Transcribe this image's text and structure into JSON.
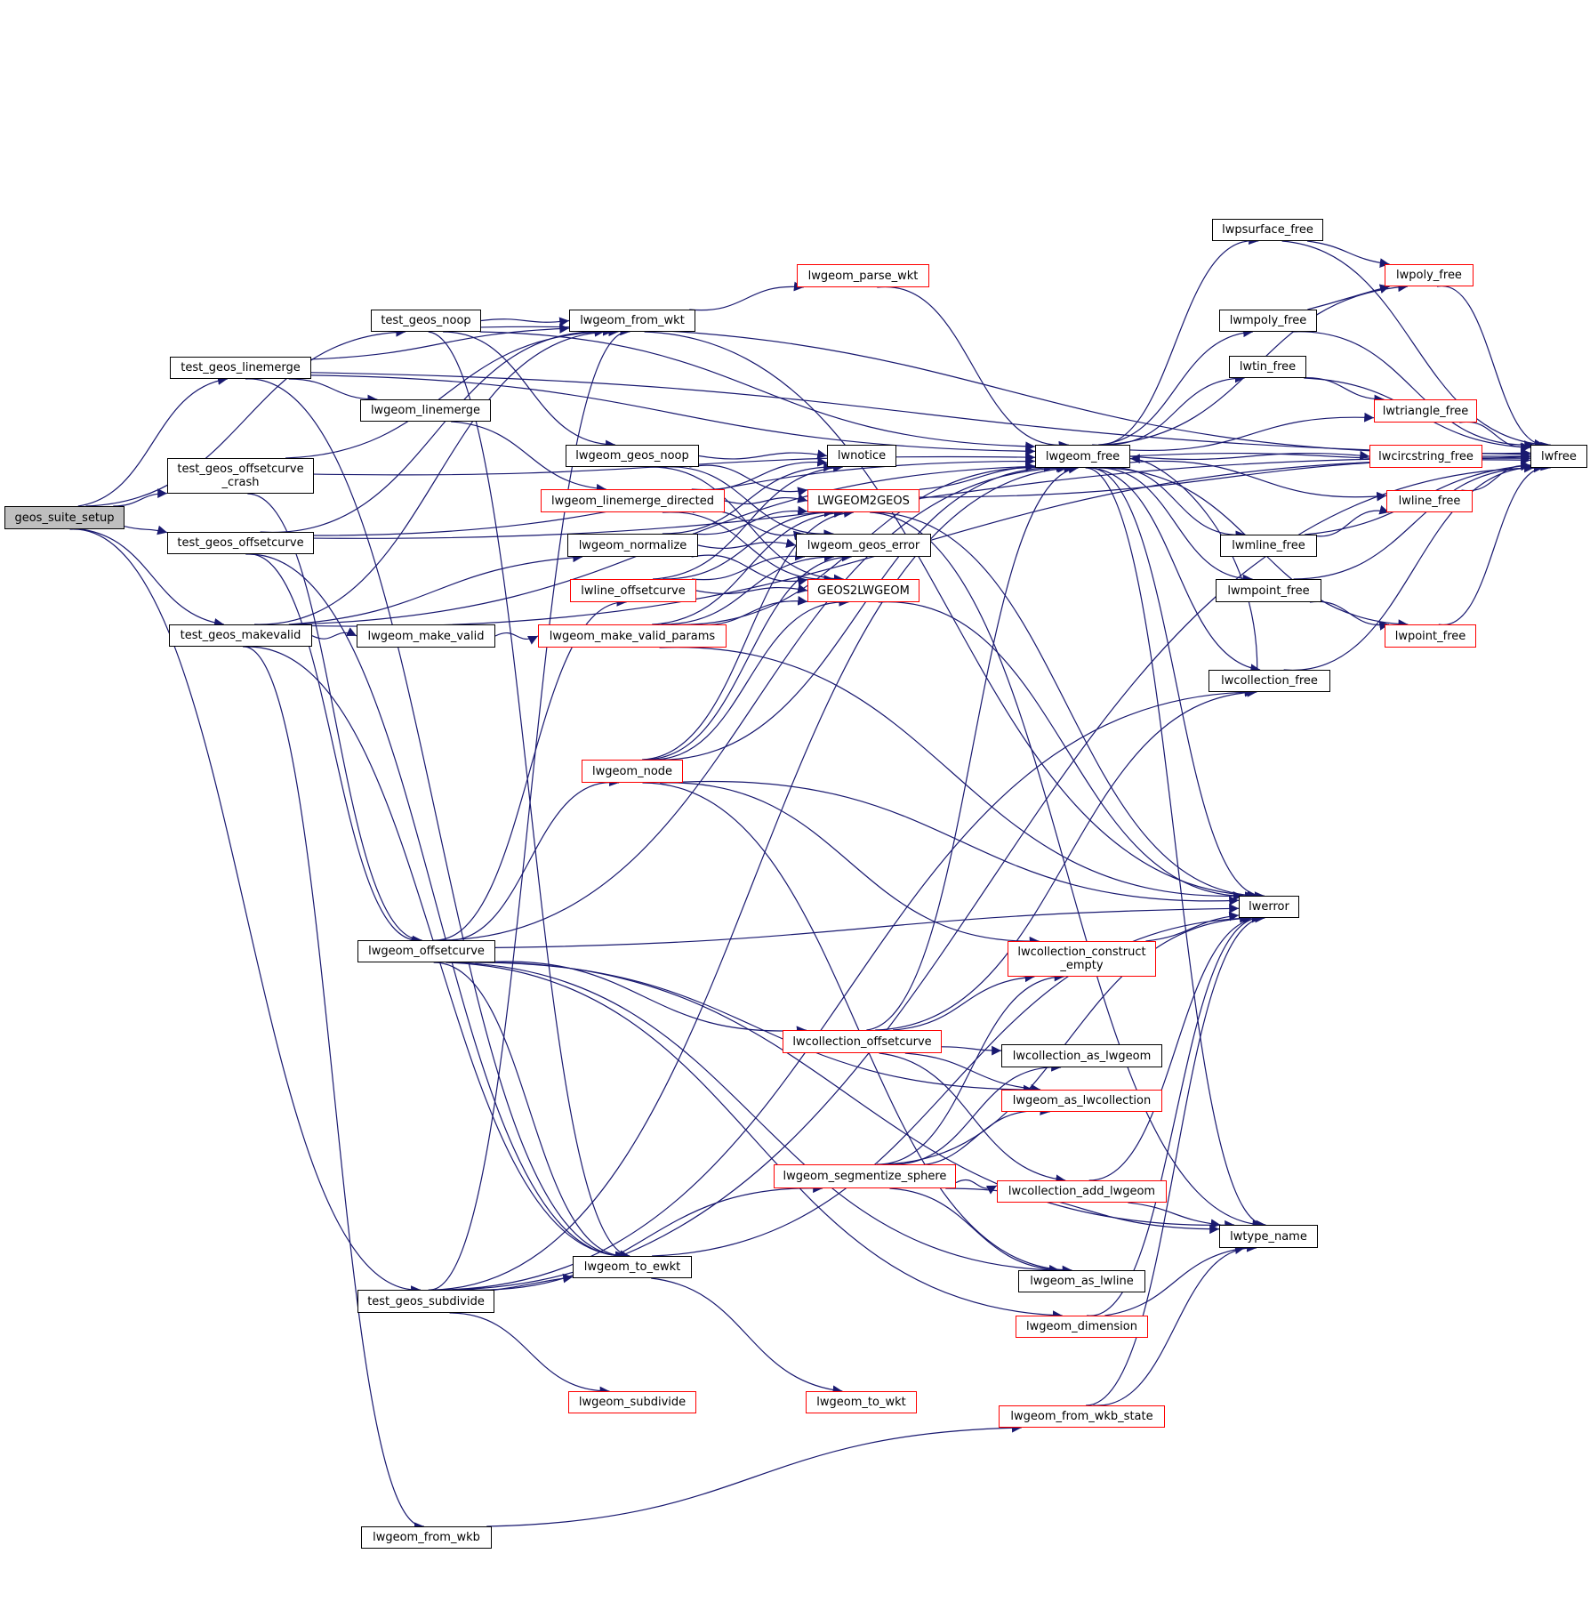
{
  "graph": {
    "type": "call-graph",
    "root": "geos_suite_setup",
    "colors": {
      "edge": "#191970",
      "node_border": "#000000",
      "node_border_truncated": "#ff0000",
      "root_fill": "#bfbfbf"
    },
    "nodes": [
      {
        "id": "geos_suite_setup",
        "label": "geos_suite_setup",
        "style": "root"
      },
      {
        "id": "test_geos_linemerge",
        "label": "test_geos_linemerge",
        "style": "normal"
      },
      {
        "id": "test_geos_noop",
        "label": "test_geos_noop",
        "style": "normal"
      },
      {
        "id": "test_geos_offsetcurve_crash",
        "label": "test_geos_offsetcurve\n_crash",
        "style": "normal"
      },
      {
        "id": "test_geos_offsetcurve",
        "label": "test_geos_offsetcurve",
        "style": "normal"
      },
      {
        "id": "test_geos_makevalid",
        "label": "test_geos_makevalid",
        "style": "normal"
      },
      {
        "id": "test_geos_subdivide",
        "label": "test_geos_subdivide",
        "style": "normal"
      },
      {
        "id": "lwgeom_from_wkt",
        "label": "lwgeom_from_wkt",
        "style": "normal"
      },
      {
        "id": "lwgeom_linemerge",
        "label": "lwgeom_linemerge",
        "style": "normal"
      },
      {
        "id": "lwgeom_geos_noop",
        "label": "lwgeom_geos_noop",
        "style": "normal"
      },
      {
        "id": "lwgeom_linemerge_directed",
        "label": "lwgeom_linemerge_directed",
        "style": "truncated"
      },
      {
        "id": "lwgeom_normalize",
        "label": "lwgeom_normalize",
        "style": "normal"
      },
      {
        "id": "lwline_offsetcurve",
        "label": "lwline_offsetcurve",
        "style": "truncated"
      },
      {
        "id": "lwgeom_make_valid",
        "label": "lwgeom_make_valid",
        "style": "normal"
      },
      {
        "id": "lwgeom_make_valid_params",
        "label": "lwgeom_make_valid_params",
        "style": "truncated"
      },
      {
        "id": "lwgeom_node",
        "label": "lwgeom_node",
        "style": "truncated"
      },
      {
        "id": "lwgeom_offsetcurve",
        "label": "lwgeom_offsetcurve",
        "style": "normal"
      },
      {
        "id": "lwgeom_to_ewkt",
        "label": "lwgeom_to_ewkt",
        "style": "normal"
      },
      {
        "id": "lwgeom_subdivide",
        "label": "lwgeom_subdivide",
        "style": "truncated"
      },
      {
        "id": "lwgeom_from_wkb",
        "label": "lwgeom_from_wkb",
        "style": "normal"
      },
      {
        "id": "lwgeom_parse_wkt",
        "label": "lwgeom_parse_wkt",
        "style": "truncated"
      },
      {
        "id": "lwnotice",
        "label": "lwnotice",
        "style": "normal"
      },
      {
        "id": "LWGEOM2GEOS",
        "label": "LWGEOM2GEOS",
        "style": "truncated"
      },
      {
        "id": "lwgeom_geos_error",
        "label": "lwgeom_geos_error",
        "style": "normal"
      },
      {
        "id": "GEOS2LWGEOM",
        "label": "GEOS2LWGEOM",
        "style": "truncated"
      },
      {
        "id": "lwcollection_offsetcurve",
        "label": "lwcollection_offsetcurve",
        "style": "truncated"
      },
      {
        "id": "lwgeom_segmentize_sphere",
        "label": "lwgeom_segmentize_sphere",
        "style": "truncated"
      },
      {
        "id": "lwgeom_to_wkt",
        "label": "lwgeom_to_wkt",
        "style": "truncated"
      },
      {
        "id": "lwgeom_free",
        "label": "lwgeom_free",
        "style": "normal"
      },
      {
        "id": "lwcollection_construct_empty",
        "label": "lwcollection_construct\n_empty",
        "style": "truncated"
      },
      {
        "id": "lwcollection_as_lwgeom",
        "label": "lwcollection_as_lwgeom",
        "style": "normal"
      },
      {
        "id": "lwgeom_as_lwcollection",
        "label": "lwgeom_as_lwcollection",
        "style": "truncated"
      },
      {
        "id": "lwcollection_add_lwgeom",
        "label": "lwcollection_add_lwgeom",
        "style": "truncated"
      },
      {
        "id": "lwgeom_as_lwline",
        "label": "lwgeom_as_lwline",
        "style": "normal"
      },
      {
        "id": "lwgeom_dimension",
        "label": "lwgeom_dimension",
        "style": "truncated"
      },
      {
        "id": "lwgeom_from_wkb_state",
        "label": "lwgeom_from_wkb_state",
        "style": "truncated"
      },
      {
        "id": "lwpsurface_free",
        "label": "lwpsurface_free",
        "style": "normal"
      },
      {
        "id": "lwmpoly_free",
        "label": "lwmpoly_free",
        "style": "normal"
      },
      {
        "id": "lwtin_free",
        "label": "lwtin_free",
        "style": "normal"
      },
      {
        "id": "lwmline_free",
        "label": "lwmline_free",
        "style": "normal"
      },
      {
        "id": "lwmpoint_free",
        "label": "lwmpoint_free",
        "style": "normal"
      },
      {
        "id": "lwcollection_free",
        "label": "lwcollection_free",
        "style": "normal"
      },
      {
        "id": "lwerror",
        "label": "lwerror",
        "style": "normal"
      },
      {
        "id": "lwtype_name",
        "label": "lwtype_name",
        "style": "normal"
      },
      {
        "id": "lwpoly_free",
        "label": "lwpoly_free",
        "style": "truncated"
      },
      {
        "id": "lwtriangle_free",
        "label": "lwtriangle_free",
        "style": "truncated"
      },
      {
        "id": "lwcircstring_free",
        "label": "lwcircstring_free",
        "style": "truncated"
      },
      {
        "id": "lwline_free",
        "label": "lwline_free",
        "style": "truncated"
      },
      {
        "id": "lwpoint_free",
        "label": "lwpoint_free",
        "style": "truncated"
      },
      {
        "id": "lwfree",
        "label": "lwfree",
        "style": "normal"
      }
    ],
    "edges": [
      [
        "geos_suite_setup",
        "test_geos_linemerge"
      ],
      [
        "geos_suite_setup",
        "test_geos_noop"
      ],
      [
        "geos_suite_setup",
        "test_geos_offsetcurve_crash"
      ],
      [
        "geos_suite_setup",
        "test_geos_offsetcurve"
      ],
      [
        "geos_suite_setup",
        "test_geos_makevalid"
      ],
      [
        "geos_suite_setup",
        "test_geos_subdivide"
      ],
      [
        "test_geos_linemerge",
        "lwgeom_from_wkt"
      ],
      [
        "test_geos_linemerge",
        "lwgeom_linemerge"
      ],
      [
        "test_geos_linemerge",
        "lwgeom_free"
      ],
      [
        "test_geos_linemerge",
        "lwfree"
      ],
      [
        "test_geos_linemerge",
        "lwgeom_to_ewkt"
      ],
      [
        "test_geos_noop",
        "lwgeom_from_wkt"
      ],
      [
        "test_geos_noop",
        "lwgeom_geos_noop"
      ],
      [
        "test_geos_noop",
        "lwgeom_free"
      ],
      [
        "test_geos_noop",
        "lwgeom_to_ewkt"
      ],
      [
        "test_geos_noop",
        "lwfree"
      ],
      [
        "test_geos_offsetcurve_crash",
        "lwgeom_from_wkt"
      ],
      [
        "test_geos_offsetcurve_crash",
        "lwgeom_offsetcurve"
      ],
      [
        "test_geos_offsetcurve_crash",
        "lwgeom_free"
      ],
      [
        "test_geos_offsetcurve",
        "lwgeom_from_wkt"
      ],
      [
        "test_geos_offsetcurve",
        "lwgeom_offsetcurve"
      ],
      [
        "test_geos_offsetcurve",
        "lwgeom_to_ewkt"
      ],
      [
        "test_geos_offsetcurve",
        "lwgeom_free"
      ],
      [
        "test_geos_offsetcurve",
        "lwfree"
      ],
      [
        "test_geos_makevalid",
        "lwgeom_make_valid"
      ],
      [
        "test_geos_makevalid",
        "lwgeom_normalize"
      ],
      [
        "test_geos_makevalid",
        "lwgeom_from_wkb"
      ],
      [
        "test_geos_makevalid",
        "lwgeom_to_ewkt"
      ],
      [
        "test_geos_makevalid",
        "lwgeom_from_wkt"
      ],
      [
        "test_geos_makevalid",
        "lwfree"
      ],
      [
        "test_geos_makevalid",
        "lwgeom_free"
      ],
      [
        "test_geos_subdivide",
        "lwgeom_to_ewkt"
      ],
      [
        "test_geos_subdivide",
        "lwgeom_subdivide"
      ],
      [
        "test_geos_subdivide",
        "lwgeom_segmentize_sphere"
      ],
      [
        "test_geos_subdivide",
        "lwgeom_from_wkt"
      ],
      [
        "test_geos_subdivide",
        "lwgeom_free"
      ],
      [
        "test_geos_subdivide",
        "lwcollection_free"
      ],
      [
        "test_geos_subdivide",
        "lwfree"
      ],
      [
        "lwgeom_linemerge",
        "lwgeom_linemerge_directed"
      ],
      [
        "lwgeom_geos_noop",
        "lwnotice"
      ],
      [
        "lwgeom_geos_noop",
        "LWGEOM2GEOS"
      ],
      [
        "lwgeom_geos_noop",
        "lwgeom_geos_error"
      ],
      [
        "lwgeom_geos_noop",
        "GEOS2LWGEOM"
      ],
      [
        "lwgeom_linemerge_directed",
        "lwnotice"
      ],
      [
        "lwgeom_linemerge_directed",
        "LWGEOM2GEOS"
      ],
      [
        "lwgeom_linemerge_directed",
        "lwgeom_geos_error"
      ],
      [
        "lwgeom_linemerge_directed",
        "GEOS2LWGEOM"
      ],
      [
        "lwgeom_normalize",
        "lwnotice"
      ],
      [
        "lwgeom_normalize",
        "LWGEOM2GEOS"
      ],
      [
        "lwgeom_normalize",
        "lwgeom_geos_error"
      ],
      [
        "lwgeom_normalize",
        "GEOS2LWGEOM"
      ],
      [
        "lwline_offsetcurve",
        "lwnotice"
      ],
      [
        "lwline_offsetcurve",
        "LWGEOM2GEOS"
      ],
      [
        "lwline_offsetcurve",
        "lwgeom_geos_error"
      ],
      [
        "lwline_offsetcurve",
        "GEOS2LWGEOM"
      ],
      [
        "lwgeom_make_valid",
        "lwgeom_make_valid_params"
      ],
      [
        "lwgeom_make_valid_params",
        "LWGEOM2GEOS"
      ],
      [
        "lwgeom_make_valid_params",
        "lwgeom_geos_error"
      ],
      [
        "lwgeom_make_valid_params",
        "GEOS2LWGEOM"
      ],
      [
        "lwgeom_make_valid_params",
        "lwgeom_free"
      ],
      [
        "lwgeom_make_valid_params",
        "lwerror"
      ],
      [
        "lwgeom_node",
        "LWGEOM2GEOS"
      ],
      [
        "lwgeom_node",
        "lwgeom_geos_error"
      ],
      [
        "lwgeom_node",
        "GEOS2LWGEOM"
      ],
      [
        "lwgeom_node",
        "lwgeom_free"
      ],
      [
        "lwgeom_node",
        "lwerror"
      ],
      [
        "lwgeom_node",
        "lwcollection_construct_empty"
      ],
      [
        "lwgeom_node",
        "lwgeom_as_lwline"
      ],
      [
        "lwgeom_offsetcurve",
        "lwline_offsetcurve"
      ],
      [
        "lwgeom_offsetcurve",
        "lwgeom_node"
      ],
      [
        "lwgeom_offsetcurve",
        "lwcollection_offsetcurve"
      ],
      [
        "lwgeom_offsetcurve",
        "lwerror"
      ],
      [
        "lwgeom_offsetcurve",
        "lwgeom_as_lwcollection"
      ],
      [
        "lwgeom_offsetcurve",
        "lwgeom_as_lwline"
      ],
      [
        "lwgeom_offsetcurve",
        "lwgeom_dimension"
      ],
      [
        "lwgeom_offsetcurve",
        "lwtype_name"
      ],
      [
        "lwgeom_offsetcurve",
        "lwgeom_free"
      ],
      [
        "lwgeom_offsetcurve",
        "lwgeom_to_ewkt"
      ],
      [
        "lwgeom_from_wkt",
        "lwgeom_parse_wkt"
      ],
      [
        "lwgeom_from_wkt",
        "lwerror"
      ],
      [
        "lwgeom_parse_wkt",
        "lwgeom_free"
      ],
      [
        "LWGEOM2GEOS",
        "lwgeom_free"
      ],
      [
        "LWGEOM2GEOS",
        "lwfree"
      ],
      [
        "LWGEOM2GEOS",
        "lwerror"
      ],
      [
        "LWGEOM2GEOS",
        "lwtype_name"
      ],
      [
        "GEOS2LWGEOM",
        "lwerror"
      ],
      [
        "lwcollection_offsetcurve",
        "lwcollection_construct_empty"
      ],
      [
        "lwcollection_offsetcurve",
        "lwcollection_as_lwgeom"
      ],
      [
        "lwcollection_offsetcurve",
        "lwgeom_as_lwcollection"
      ],
      [
        "lwcollection_offsetcurve",
        "lwcollection_add_lwgeom"
      ],
      [
        "lwcollection_offsetcurve",
        "lwgeom_free"
      ],
      [
        "lwcollection_offsetcurve",
        "lwcollection_free"
      ],
      [
        "lwgeom_segmentize_sphere",
        "lwcollection_construct_empty"
      ],
      [
        "lwgeom_segmentize_sphere",
        "lwcollection_as_lwgeom"
      ],
      [
        "lwgeom_segmentize_sphere",
        "lwgeom_as_lwcollection"
      ],
      [
        "lwgeom_segmentize_sphere",
        "lwcollection_add_lwgeom"
      ],
      [
        "lwgeom_segmentize_sphere",
        "lwerror"
      ],
      [
        "lwgeom_segmentize_sphere",
        "lwtype_name"
      ],
      [
        "lwgeom_segmentize_sphere",
        "lwgeom_as_lwline"
      ],
      [
        "lwgeom_to_ewkt",
        "lwgeom_to_wkt"
      ],
      [
        "lwgeom_to_ewkt",
        "lwerror"
      ],
      [
        "lwcollection_construct_empty",
        "lwerror"
      ],
      [
        "lwcollection_add_lwgeom",
        "lwerror"
      ],
      [
        "lwcollection_add_lwgeom",
        "lwtype_name"
      ],
      [
        "lwgeom_dimension",
        "lwerror"
      ],
      [
        "lwgeom_dimension",
        "lwtype_name"
      ],
      [
        "lwgeom_from_wkb",
        "lwgeom_from_wkb_state"
      ],
      [
        "lwgeom_from_wkb_state",
        "lwerror"
      ],
      [
        "lwgeom_from_wkb_state",
        "lwtype_name"
      ],
      [
        "lwgeom_free",
        "lwpsurface_free"
      ],
      [
        "lwgeom_free",
        "lwpoly_free"
      ],
      [
        "lwgeom_free",
        "lwmpoly_free"
      ],
      [
        "lwgeom_free",
        "lwtin_free"
      ],
      [
        "lwgeom_free",
        "lwtriangle_free"
      ],
      [
        "lwgeom_free",
        "lwcircstring_free"
      ],
      [
        "lwgeom_free",
        "lwline_free"
      ],
      [
        "lwgeom_free",
        "lwmline_free"
      ],
      [
        "lwgeom_free",
        "lwmpoint_free"
      ],
      [
        "lwgeom_free",
        "lwpoint_free"
      ],
      [
        "lwgeom_free",
        "lwcollection_free"
      ],
      [
        "lwgeom_free",
        "lwfree"
      ],
      [
        "lwgeom_free",
        "lwerror"
      ],
      [
        "lwgeom_free",
        "lwtype_name"
      ],
      [
        "lwpsurface_free",
        "lwpoly_free"
      ],
      [
        "lwpsurface_free",
        "lwfree"
      ],
      [
        "lwmpoly_free",
        "lwpoly_free"
      ],
      [
        "lwmpoly_free",
        "lwfree"
      ],
      [
        "lwtin_free",
        "lwtriangle_free"
      ],
      [
        "lwtin_free",
        "lwfree"
      ],
      [
        "lwmline_free",
        "lwline_free"
      ],
      [
        "lwmline_free",
        "lwfree"
      ],
      [
        "lwmpoint_free",
        "lwpoint_free"
      ],
      [
        "lwmpoint_free",
        "lwfree"
      ],
      [
        "lwcollection_free",
        "lwgeom_free"
      ],
      [
        "lwcollection_free",
        "lwfree"
      ],
      [
        "lwpoly_free",
        "lwfree"
      ],
      [
        "lwtriangle_free",
        "lwfree"
      ],
      [
        "lwcircstring_free",
        "lwfree"
      ],
      [
        "lwline_free",
        "lwfree"
      ],
      [
        "lwpoint_free",
        "lwfree"
      ]
    ]
  }
}
